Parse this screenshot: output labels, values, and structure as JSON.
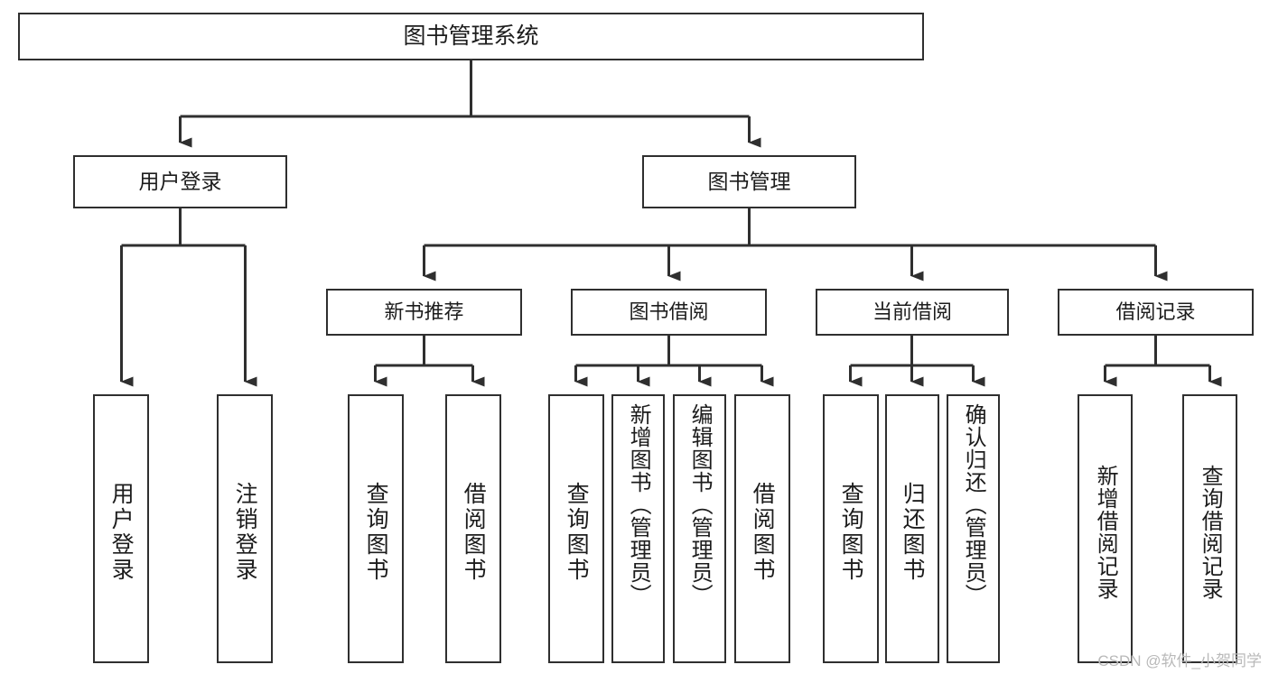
{
  "diagram": {
    "type": "tree-hierarchy",
    "title": "图书管理系统",
    "watermark": "CSDN @软件_小贺同学",
    "colors": {
      "box_border": "#2f2f2f",
      "box_fill": "#ffffff",
      "connector": "#2f2f2f",
      "text": "#1c1c1c",
      "watermark": "#b9b9b9",
      "background": "#ffffff"
    },
    "nodes": {
      "root": {
        "label": "图书管理系统",
        "level": 0
      },
      "l1": [
        {
          "id": "user-login",
          "label": "用户登录",
          "level": 1
        },
        {
          "id": "book-manage",
          "label": "图书管理",
          "level": 1
        }
      ],
      "l2": [
        {
          "id": "new-book-rec",
          "label": "新书推荐",
          "level": 2
        },
        {
          "id": "book-borrow",
          "label": "图书借阅",
          "level": 2
        },
        {
          "id": "current-borrow",
          "label": "当前借阅",
          "level": 2
        },
        {
          "id": "borrow-record",
          "label": "借阅记录",
          "level": 2
        }
      ],
      "leaves": [
        {
          "id": "leaf-user-login",
          "label": "用户登录",
          "parent": "user-login"
        },
        {
          "id": "leaf-user-logout",
          "label": "注销登录",
          "parent": "user-login"
        },
        {
          "id": "leaf-query-book-1",
          "label": "查询图书",
          "parent": "new-book-rec"
        },
        {
          "id": "leaf-borrow-book-1",
          "label": "借阅图书",
          "parent": "new-book-rec"
        },
        {
          "id": "leaf-query-book-2",
          "label": "查询图书",
          "parent": "book-borrow"
        },
        {
          "id": "leaf-add-book",
          "label": "新增图书（管理员）",
          "parent": "book-borrow"
        },
        {
          "id": "leaf-edit-book",
          "label": "编辑图书（管理员）",
          "parent": "book-borrow"
        },
        {
          "id": "leaf-borrow-book-2",
          "label": "借阅图书",
          "parent": "book-borrow"
        },
        {
          "id": "leaf-query-book-3",
          "label": "查询图书",
          "parent": "current-borrow"
        },
        {
          "id": "leaf-return-book",
          "label": "归还图书",
          "parent": "current-borrow"
        },
        {
          "id": "leaf-confirm-return",
          "label": "确认归还（管理员）",
          "parent": "current-borrow"
        },
        {
          "id": "leaf-add-record",
          "label": "新增借阅记录",
          "parent": "borrow-record"
        },
        {
          "id": "leaf-query-record",
          "label": "查询借阅记录",
          "parent": "borrow-record"
        }
      ]
    }
  }
}
